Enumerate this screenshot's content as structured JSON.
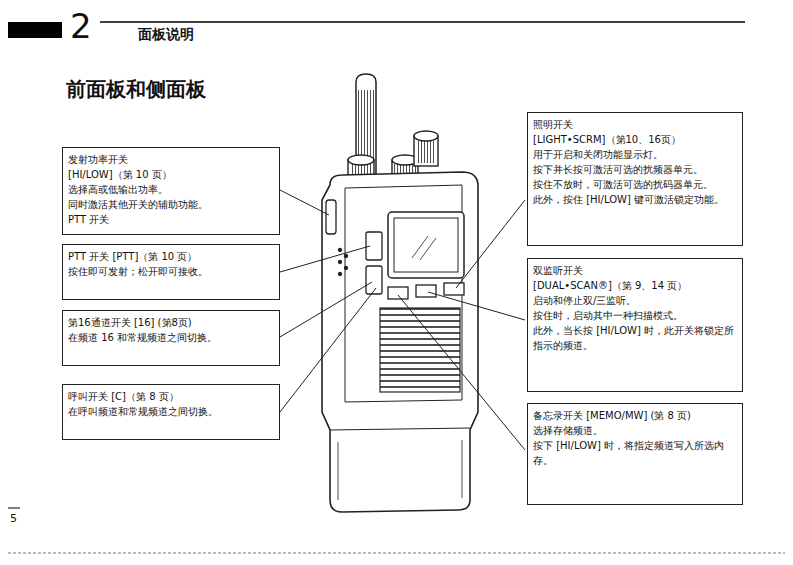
{
  "diagram": {
    "title": "前面板和侧面板",
    "nodes": [
      {
        "text": [
          "发射功率开关",
          "[HI/LOW]（第 10 页）",
          "选择高或低输出功率。",
          "同时激活其他开关的辅助功能。",
          "PTT 开关"
        ]
      },
      {
        "text": [
          "PTT 开关 [PTT]（第 10 页）",
          "按住即可发射；松开即可接收。"
        ]
      },
      {
        "text": [
          "第16通道开关 [16] (第8页)",
          "在频道 16 和常规频道之间切换。"
        ]
      },
      {
        "text": [
          "呼叫开关 [C]（第 8 页）",
          "在呼叫频道和常规频道之间切换。"
        ]
      },
      {
        "text": [
          "照明开关",
          "[LIGHT•SCRM]（第10、16页）",
          "用于开启和关闭功能显示灯。",
          "按下并长按可激活可选的扰频器单元。",
          "按住不放时，可激活可选的扰码器单元。",
          "此外，按住 [HI/LOW] 键可激活锁定功能。"
        ]
      },
      {
        "text": [
          "双监听开关",
          "[DUAL•SCAN®]（第 9、14 页）",
          "启动和停止双/三监听。",
          "按住时，启动其中一种扫描模式。",
          "此外，当长按 [HI/LOW] 时，此开关将锁定所指示的频道。"
        ]
      },
      {
        "text": [
          "备忘录开关 [MEMO/MW] (第 8 页)",
          "选择存储频道。",
          "按下 [HI/LOW] 时，将指定频道写入所选内存。"
        ]
      }
    ],
    "labels": [
      "2",
      "面板说明",
      "5"
    ]
  }
}
